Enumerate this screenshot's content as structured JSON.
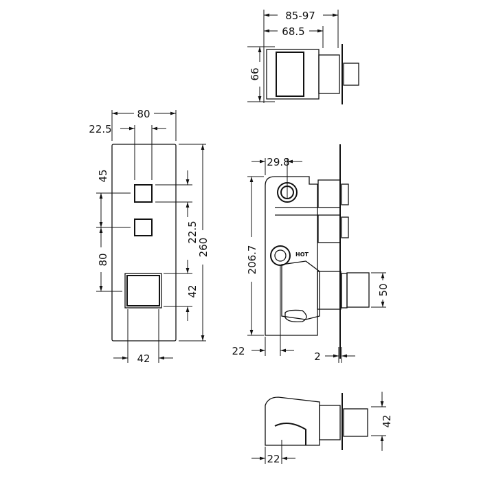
{
  "colors": {
    "line": "#111111",
    "background": "#ffffff"
  },
  "top_view": {
    "overall_depth": "85-97",
    "body_depth": "68.5",
    "height": "66"
  },
  "front_view": {
    "plate_width": "80",
    "button_offset": "22.5",
    "top_to_button": "45",
    "button_spacing": "80",
    "button_gap": "22.5",
    "plate_height": "260",
    "handle_height": "42",
    "handle_width": "42"
  },
  "side_view": {
    "outlet_spacing": "29.8",
    "body_height": "206.7",
    "hot_label": "HOT",
    "handle_dia": "50",
    "inlet_offset": "22",
    "plate_thickness": "2"
  },
  "bottom_view": {
    "handle_height": "42",
    "inlet_offset": "22"
  }
}
